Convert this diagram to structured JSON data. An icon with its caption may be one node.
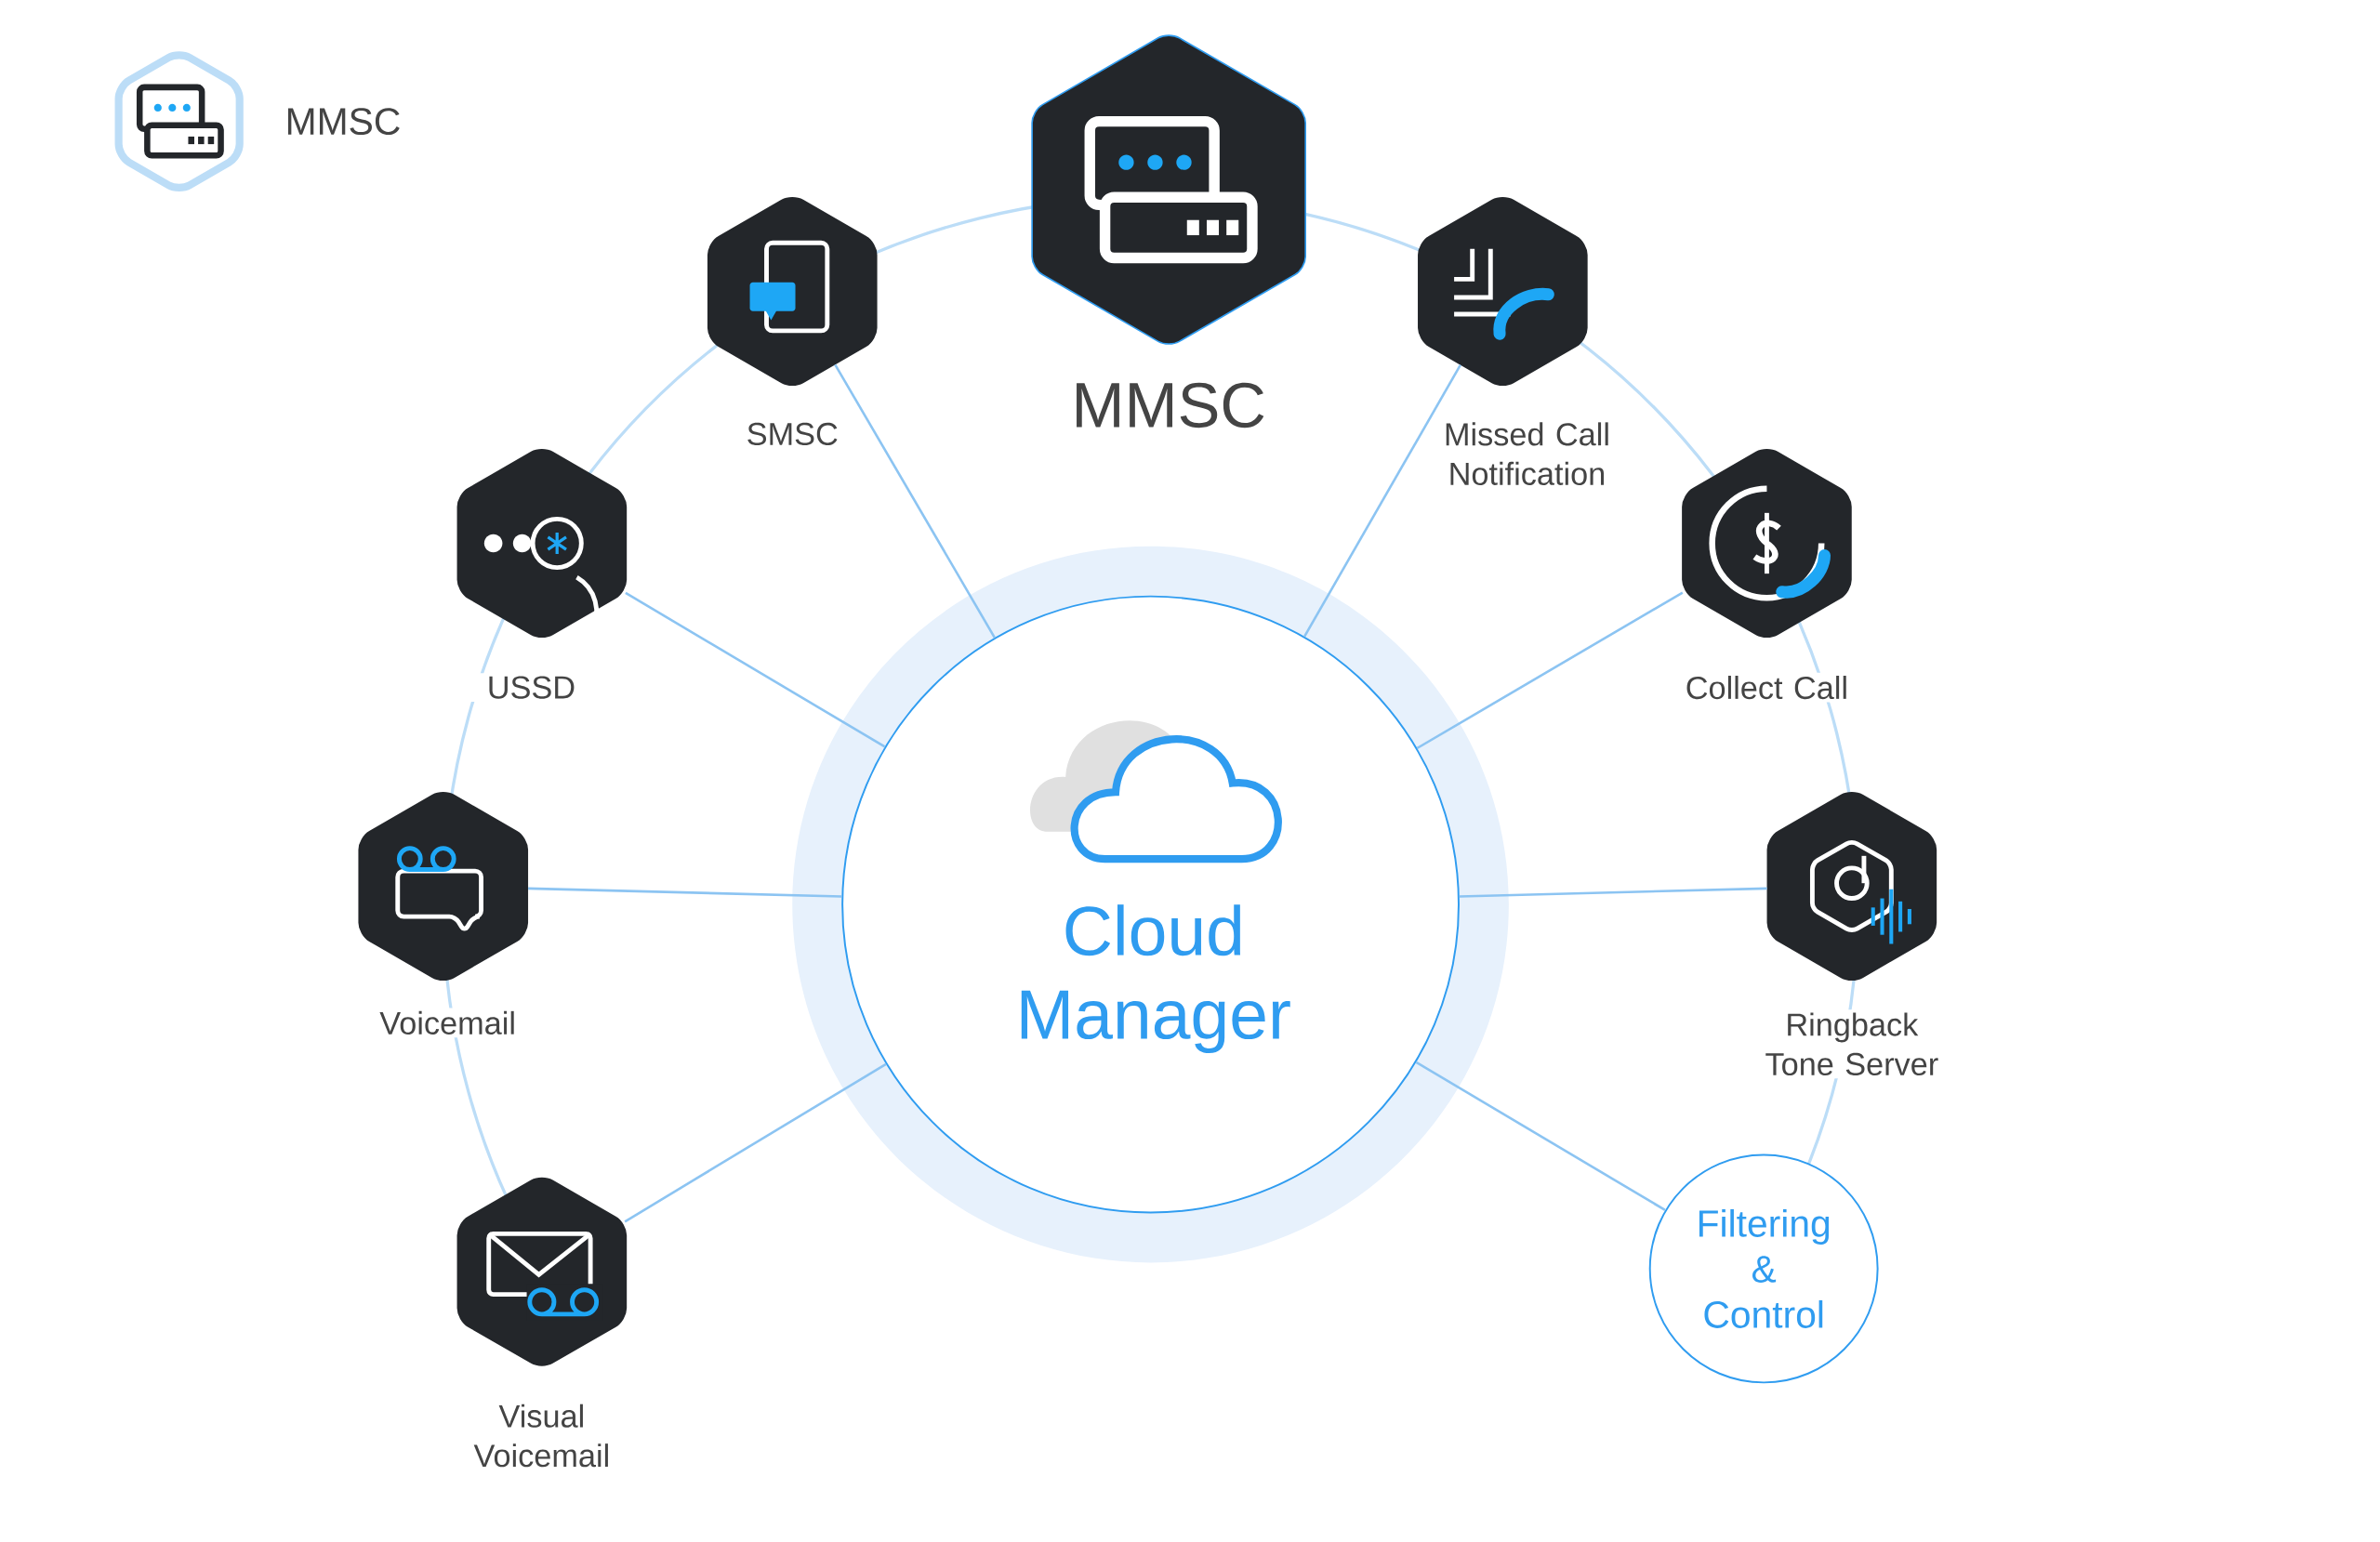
{
  "diagram": {
    "nodes": [
      {
        "text": [
          "MMSC"
        ]
      },
      {
        "text": [
          "MMSC"
        ]
      },
      {
        "text": [
          "SMSC"
        ]
      },
      {
        "text": [
          "Missed Call Notification"
        ]
      },
      {
        "text": [
          "USSD"
        ]
      },
      {
        "text": [
          "Collect Call"
        ]
      },
      {
        "text": [
          "Voicemail"
        ]
      },
      {
        "text": [
          "Ringback Tone Server"
        ]
      },
      {
        "text": [
          "Visual Voicemail"
        ]
      },
      {
        "text": [
          "Filtering & Control"
        ]
      },
      {
        "text": [
          "Cloud Manager"
        ]
      }
    ],
    "edges": [
      {
        "from": 10,
        "to": 2,
        "arrow": "none"
      },
      {
        "from": 10,
        "to": 3,
        "arrow": "none"
      },
      {
        "from": 10,
        "to": 4,
        "arrow": "none"
      },
      {
        "from": 10,
        "to": 5,
        "arrow": "none"
      },
      {
        "from": 10,
        "to": 6,
        "arrow": "none"
      },
      {
        "from": 10,
        "to": 7,
        "arrow": "none"
      },
      {
        "from": 10,
        "to": 8,
        "arrow": "none"
      },
      {
        "from": 10,
        "to": 9,
        "arrow": "none"
      }
    ]
  }
}
